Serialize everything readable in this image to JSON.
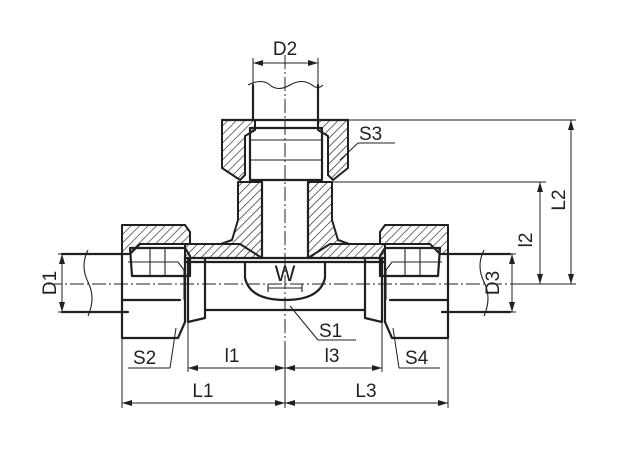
{
  "labels": {
    "d1": "D1",
    "d2": "D2",
    "d3": "D3",
    "s1": "S1",
    "s2": "S2",
    "s3": "S3",
    "s4": "S4",
    "l1": "L1",
    "l2": "L2",
    "l3": "L3",
    "i1": "l1",
    "i2": "l2",
    "i3": "l3"
  },
  "colors": {
    "ink": "#231f20",
    "background": "#ffffff"
  },
  "logo": {
    "text": "W"
  }
}
